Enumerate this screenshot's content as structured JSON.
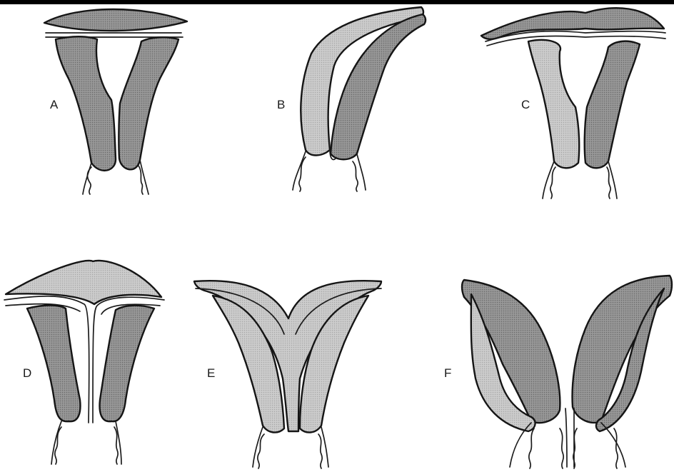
{
  "colors": {
    "top_bar": "#000000",
    "dark_tissue": "#8c8c8c",
    "light_tissue": "#c4c4c4",
    "outline": "#151515",
    "background": "#ffffff"
  },
  "figures": [
    {
      "id": "A",
      "label": "A"
    },
    {
      "id": "B",
      "label": "B"
    },
    {
      "id": "C",
      "label": "C"
    },
    {
      "id": "D",
      "label": "D"
    },
    {
      "id": "E",
      "label": "E"
    },
    {
      "id": "F",
      "label": "F"
    }
  ]
}
